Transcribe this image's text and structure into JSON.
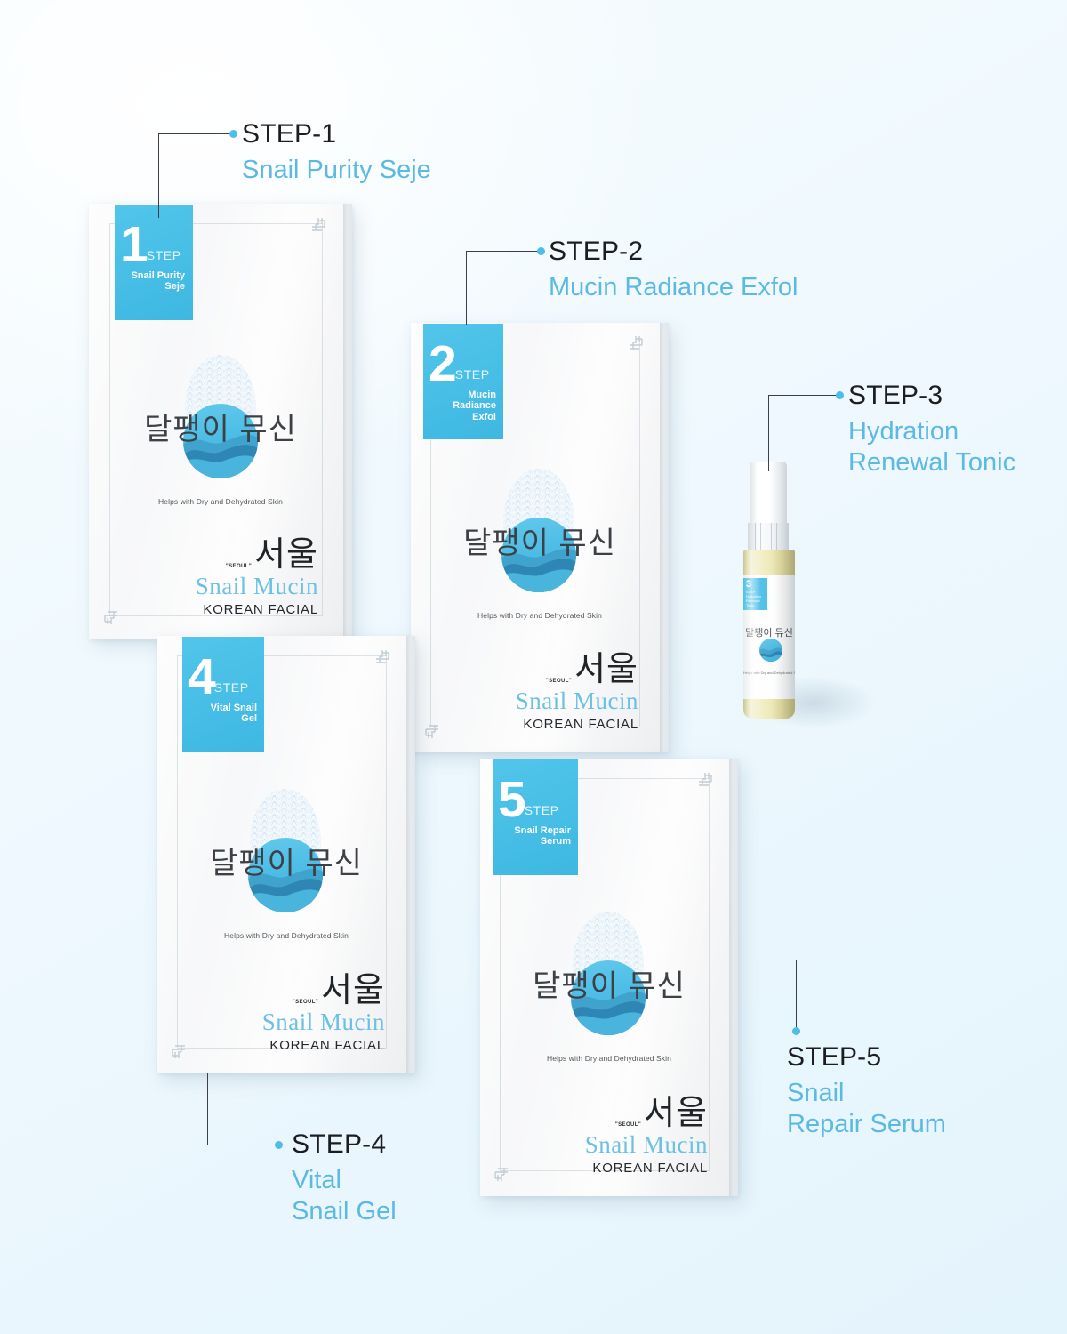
{
  "theme": {
    "accent_blue": "#4cbfe8",
    "subtitle_blue": "#5bb9e2",
    "title_black": "#1b1d20",
    "background": "#eef8fd"
  },
  "callouts": [
    {
      "title": "STEP-1",
      "subtitle_lines": [
        "Snail Purity Seje"
      ]
    },
    {
      "title": "STEP-2",
      "subtitle_lines": [
        "Mucin Radiance Exfol"
      ]
    },
    {
      "title": "STEP-3",
      "subtitle_lines": [
        "Hydration",
        "Renewal Tonic"
      ]
    },
    {
      "title": "STEP-4",
      "subtitle_lines": [
        "Vital",
        "Snail Gel"
      ]
    },
    {
      "title": "STEP-5",
      "subtitle_lines": [
        "Snail",
        "Repair Serum"
      ]
    }
  ],
  "pouches": [
    {
      "number": "1",
      "step_word": "STEP",
      "product_lines": [
        "Snail Purity",
        "Seje"
      ],
      "korean_title": "달팽이 뮤신",
      "benefit": "Helps with Dry and Dehydrated Skin",
      "brand_korean": "서울",
      "brand_romaji": "\"SEOUL\"",
      "brand_name": "Snail Mucin",
      "brand_sub": "KOREAN FACIAL"
    },
    {
      "number": "2",
      "step_word": "STEP",
      "product_lines": [
        "Mucin",
        "Radiance Exfol"
      ],
      "korean_title": "달팽이 뮤신",
      "benefit": "Helps with Dry and Dehydrated Skin",
      "brand_korean": "서울",
      "brand_romaji": "\"SEOUL\"",
      "brand_name": "Snail Mucin",
      "brand_sub": "KOREAN FACIAL"
    },
    {
      "number": "4",
      "step_word": "STEP",
      "product_lines": [
        "Vital Snail",
        "Gel"
      ],
      "korean_title": "달팽이 뮤신",
      "benefit": "Helps with Dry and Dehydrated Skin",
      "brand_korean": "서울",
      "brand_romaji": "\"SEOUL\"",
      "brand_name": "Snail Mucin",
      "brand_sub": "KOREAN FACIAL"
    },
    {
      "number": "5",
      "step_word": "STEP",
      "product_lines": [
        "Snail Repair",
        "Serum"
      ],
      "korean_title": "달팽이 뮤신",
      "benefit": "Helps with Dry and Dehydrated Skin",
      "brand_korean": "서울",
      "brand_romaji": "\"SEOUL\"",
      "brand_name": "Snail Mucin",
      "brand_sub": "KOREAN FACIAL"
    }
  ],
  "bottle": {
    "number": "3",
    "step_word": "STEP",
    "product_lines": [
      "Hydration",
      "Renewal Tonic"
    ],
    "korean_title": "달팽이 뮤신",
    "benefit": "Helps with Dry and Dehydrated Skin"
  }
}
